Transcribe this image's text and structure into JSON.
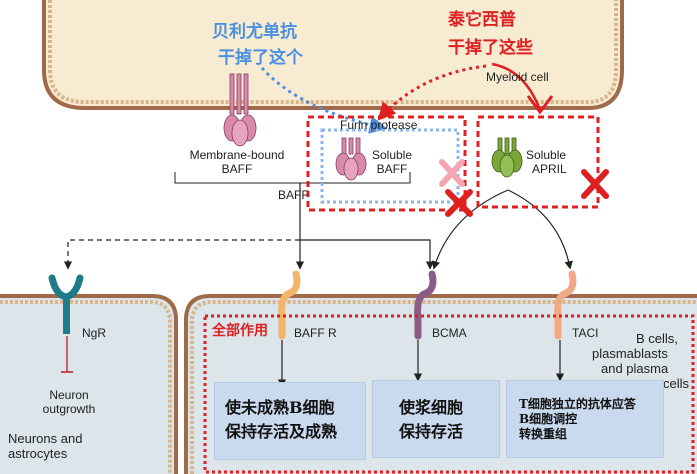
{
  "annotations": {
    "benlysta_line1": "贝利尤单抗",
    "benlysta_line2": "干掉了这个",
    "telitacicept_line1": "泰它西普",
    "telitacicept_line2": "干掉了这些",
    "all_act": "全部作用"
  },
  "labels": {
    "myeloid_cell": "Myeloid cell",
    "furin_protease": "Furin protease",
    "membrane_bound_baff_1": "Membrane-bound",
    "membrane_bound_baff_2": "BAFF",
    "soluble_baff_1": "Soluble",
    "soluble_baff_2": "BAFF",
    "soluble_april_1": "Soluble",
    "soluble_april_2": "APRIL",
    "baff": "BAFF",
    "ngr": "NgR",
    "neuron_outgrowth_1": "Neuron",
    "neuron_outgrowth_2": "outgrowth",
    "neurons_astrocytes_1": "Neurons and",
    "neurons_astrocytes_2": "astrocytes",
    "baff_r": "BAFF R",
    "bcma": "BCMA",
    "taci": "TACI",
    "b_cells_1": "B cells,",
    "b_cells_2": "plasmablasts",
    "b_cells_3": "and plasma",
    "b_cells_4": "cells"
  },
  "effect_boxes": {
    "baffr_line1": "使未成熟B细胞",
    "baffr_line2": "保持存活及成熟",
    "bcma_line1": "使浆细胞",
    "bcma_line2": "保持存活",
    "taci_line1": "T细胞独立的抗体应答",
    "taci_line2": "B细胞调控",
    "taci_line3": "转换重组"
  },
  "colors": {
    "membrane_outer": "#a06a4a",
    "membrane_inner": "#d9b58a",
    "cell_fill": "#f7ecd2",
    "right_cell_fill": "#dce5ea",
    "baff_purple": "#d88aaa",
    "april_green": "#7aa63a",
    "ngr_teal": "#1f7a8a",
    "baffr_orange": "#f2b56a",
    "bcma_purple": "#8a5c86",
    "taci_peach": "#f0a885",
    "annotation_red": "#e02020",
    "annotation_blue": "#4a8fe0",
    "box_fill": "#c9d9ee"
  }
}
